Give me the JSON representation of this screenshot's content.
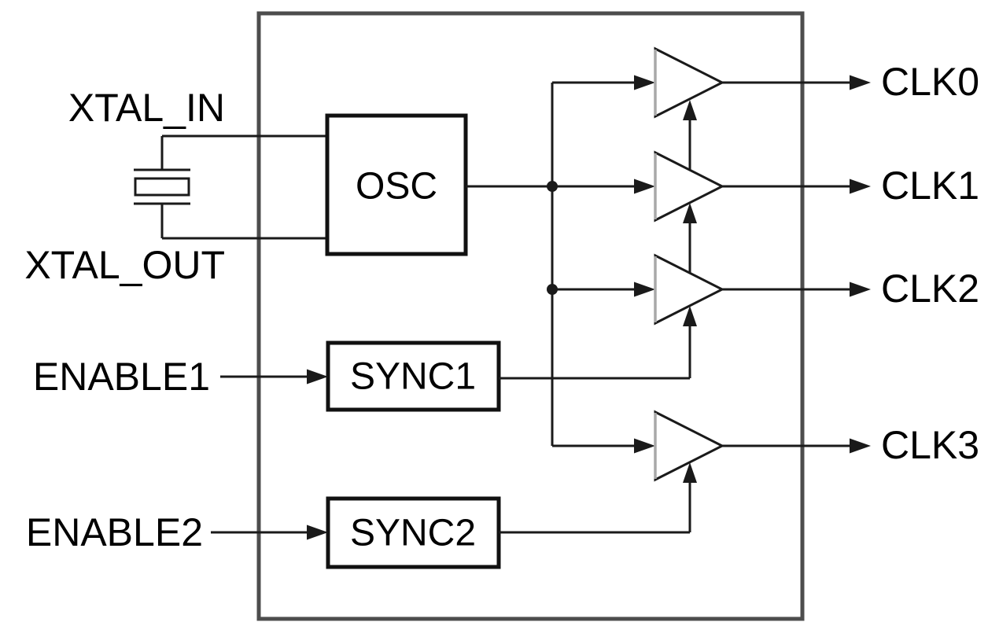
{
  "figure": {
    "type": "block-diagram",
    "blocks": {
      "osc": "OSC",
      "sync1": "SYNC1",
      "sync2": "SYNC2"
    },
    "inputs": {
      "xtal_in": "XTAL_IN",
      "xtal_out": "XTAL_OUT",
      "enable1": "ENABLE1",
      "enable2": "ENABLE2"
    },
    "outputs": [
      "CLK0",
      "CLK1",
      "CLK2",
      "CLK3"
    ],
    "colors": {
      "wire": "#1a1a1a",
      "chip_border": "#4d4d4d",
      "block_border": "#111111",
      "text": "#000000",
      "buffer_left_edge": "#a8a8a8",
      "background": "#ffffff"
    }
  }
}
